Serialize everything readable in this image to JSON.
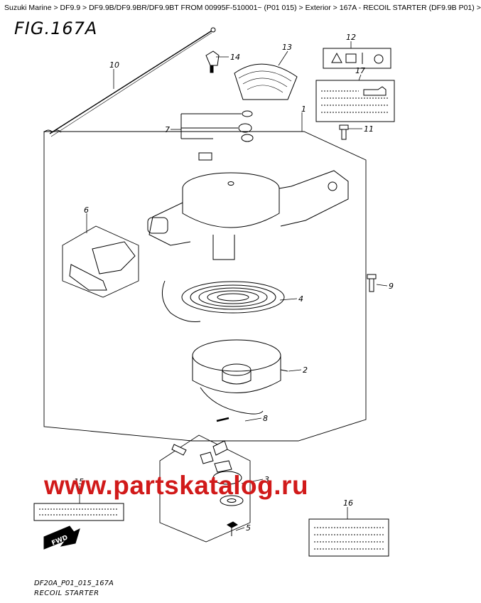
{
  "breadcrumb": {
    "items": [
      "Suzuki Marine",
      "DF9.9",
      "DF9.9B/DF9.9BR/DF9.9BT FROM 00995F-510001~ (P01 015)",
      "Exterior",
      "167A - RECOIL STARTER (DF9.9B P01)"
    ],
    "separator": ">"
  },
  "figure": {
    "title": "FIG.167A",
    "code": "DF20A_P01_015_167A",
    "name": "RECOIL STARTER"
  },
  "watermark": "www.partskatalog.ru",
  "fwd_label": "FWD",
  "callouts": [
    "1",
    "2",
    "3",
    "4",
    "5",
    "6",
    "7",
    "8",
    "9",
    "10",
    "11",
    "12",
    "13",
    "14",
    "15",
    "16",
    "17"
  ],
  "colors": {
    "watermark": "#d11a1a",
    "line": "#000000",
    "label_fill": "#f4f4f4"
  }
}
